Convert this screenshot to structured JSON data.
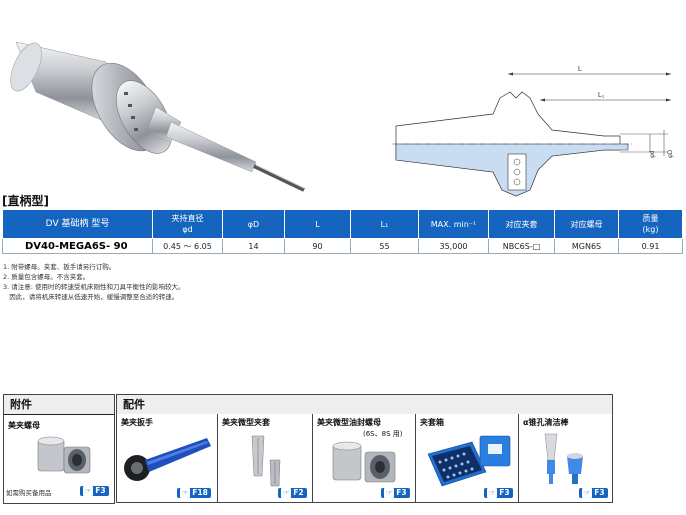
{
  "section": {
    "title": "[直柄型]"
  },
  "drawing": {
    "dim_L": "L",
    "dim_L1": "L₁",
    "dim_phiD": "φD",
    "dim_phid": "φd"
  },
  "table": {
    "headers": [
      "DV 基础柄 型号",
      "夹持直径\nφd",
      "φD",
      "L",
      "L₁",
      "MAX. min⁻¹",
      "对应夹套",
      "对应螺母",
      "质量\n(kg)"
    ],
    "rows": [
      [
        "DV40-MEGA6S- 90",
        "0.45 〜 6.05",
        "14",
        "90",
        "55",
        "35,000",
        "NBC6S-□",
        "MGN6S",
        "0.91"
      ]
    ]
  },
  "notes": [
    "1. 附带螺母。夹套、扳手请另行订购。",
    "2. 质量包含螺母。不含夹套。",
    "3. 请注意: 使用时的转速受机床刚性和刀具平衡性的影响较大。",
    "   因此，请将机床转速从低速开始，缓慢调整至合适的转速。"
  ],
  "attachments": {
    "title": "附件",
    "items": [
      {
        "label": "美夹螺母",
        "ref": "F3",
        "note": "如需购买备用品"
      }
    ]
  },
  "accessories": {
    "title": "配件",
    "items": [
      {
        "label": "美夹扳手",
        "ref": "F18"
      },
      {
        "label": "美夹微型夹套",
        "ref": "F2"
      },
      {
        "label": "美夹微型油封螺母",
        "sub": "(6S、8S 用)",
        "ref": "F3"
      },
      {
        "label": "夹套箱",
        "ref": "F3"
      },
      {
        "label": "α锥孔清洁棒",
        "ref": "F3"
      }
    ]
  },
  "colors": {
    "accent": "#1565c0",
    "steel": "#b8bcc2",
    "drawing_fill": "#c9ddf2"
  }
}
